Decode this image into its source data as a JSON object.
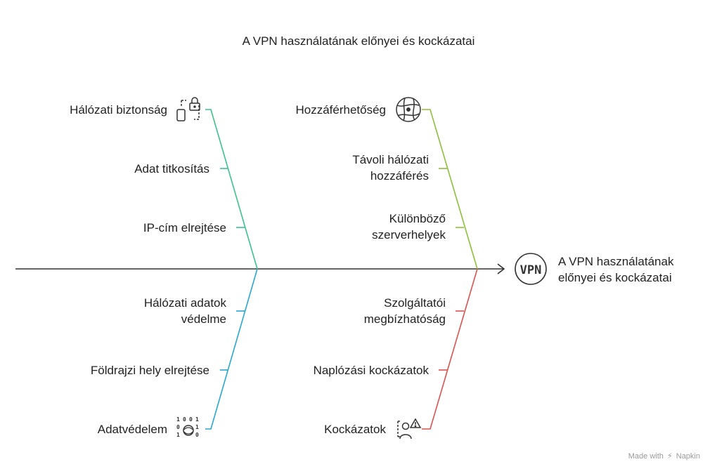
{
  "title": "A VPN használatának előnyei és kockázatai",
  "head_label": "A VPN használatának előnyei és kockázatai",
  "head_icon_text": "VPN",
  "footer": {
    "made_with": "Made with",
    "brand": "Napkin"
  },
  "colors": {
    "spine": "#333333",
    "top_left": "#3cc28c",
    "top_right": "#8cbf3a",
    "bottom_left": "#2aa7d1",
    "bottom_right": "#d9534f"
  },
  "branches": {
    "top_left": {
      "category": "Hálózati biztonság",
      "category_icon": "secure-folder-lock-icon",
      "causes": [
        "Adat titkosítás",
        "IP-cím elrejtése"
      ]
    },
    "top_right": {
      "category": "Hozzáférhetőség",
      "category_icon": "globe-network-icon",
      "causes": [
        "Távoli hálózati hozzáférés",
        "Különböző szerverhelyek"
      ]
    },
    "bottom_left": {
      "category": "Adatvédelem",
      "category_icon": "binary-data-shield-icon",
      "causes": [
        "Hálózati adatok védelme",
        "Földrajzi hely elrejtése"
      ]
    },
    "bottom_right": {
      "category": "Kockázatok",
      "category_icon": "user-warning-icon",
      "causes": [
        "Szolgáltatói megbízhatóság",
        "Naplózási kockázatok"
      ]
    }
  }
}
